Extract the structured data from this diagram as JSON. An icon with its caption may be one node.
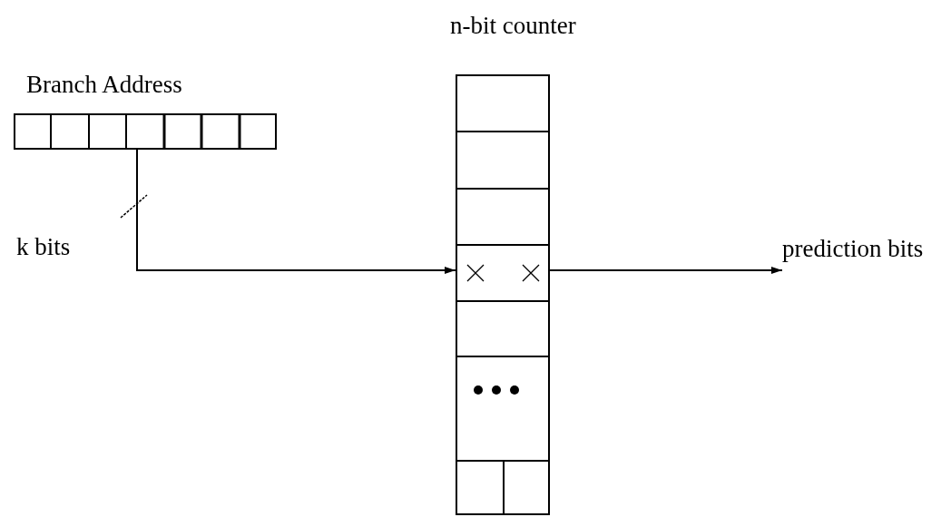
{
  "diagram": {
    "nodes": [
      {
        "text": [
          "Branch Address"
        ]
      },
      {
        "text": [
          "n-bit counter"
        ]
      },
      {
        "text": [
          "prediction bits"
        ]
      }
    ],
    "edges": [
      {
        "from": 0,
        "to": 1,
        "arrow": "to",
        "label": "k bits"
      },
      {
        "from": 1,
        "to": 2,
        "arrow": "to"
      }
    ]
  }
}
